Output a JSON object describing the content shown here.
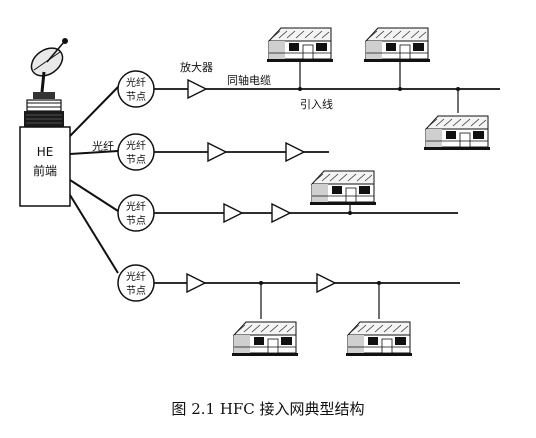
{
  "headend": {
    "line1": "HE",
    "line2": "前端"
  },
  "fiber_label": "光纤",
  "node_label": {
    "line1": "光纤",
    "line2": "节点"
  },
  "amplifier_label": "放大器",
  "coax_label": "同轴电缆",
  "drop_label": "引入线",
  "caption": "图 2.1 HFC 接入网典型结构",
  "icons": [
    "satellite-dish-icon",
    "amplifier-icon",
    "house-icon"
  ]
}
